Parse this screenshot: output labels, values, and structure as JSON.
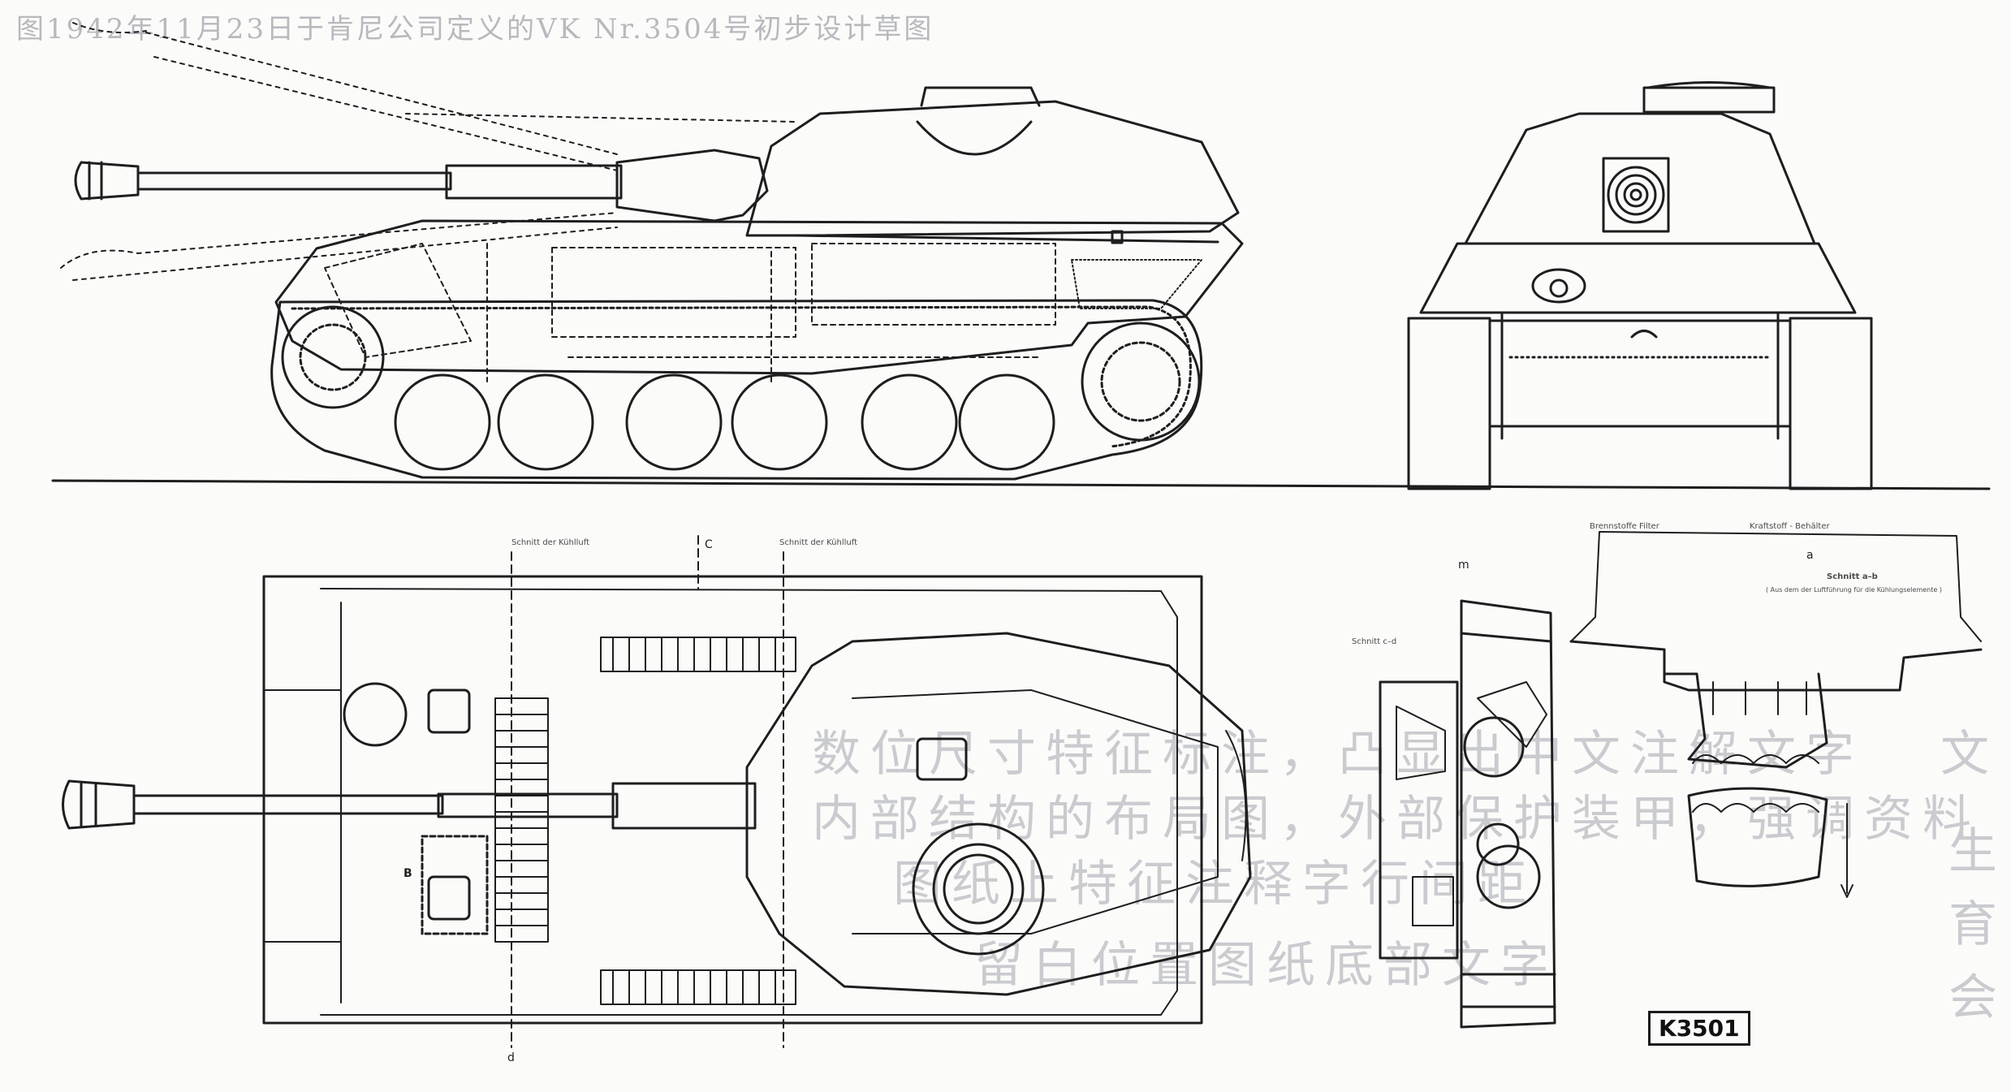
{
  "sheet": {
    "heading": "图1942年11月23日于肯尼公司定义的VK Nr.3504号初步设计草图",
    "drawing_number": "K3501",
    "background_text": [
      "数位尺寸特征标注，凸显出中文注解文字",
      "内部结构的布局图，外部保护装甲，强调资料",
      "图纸上特征注释字行间距",
      "留白位置图纸底部文字"
    ],
    "ghost_right": [
      "文",
      "生",
      "育",
      "会"
    ]
  },
  "labels": {
    "plan_section_left": "Schnitt der Kühlluft",
    "plan_section_right": "Schnitt der Kühlluft",
    "section_marker_top": "C",
    "section_marker_bottom": "d",
    "side_marker_b": "B",
    "section_cd": "Schnitt c–d",
    "filter": "Brennstoffe Filter",
    "fuel_tank": "Kraftstoff - Behälter",
    "section_ab": "Schnitt a–b",
    "section_ab_note": "( Aus dem der Luftführung für die Kühlungselemente )",
    "marker_a": "a",
    "marker_m": "m"
  },
  "colors": {
    "ink": "#1e1e1e",
    "ghost": "#c9cbcf",
    "paper": "#fbfbfa"
  }
}
